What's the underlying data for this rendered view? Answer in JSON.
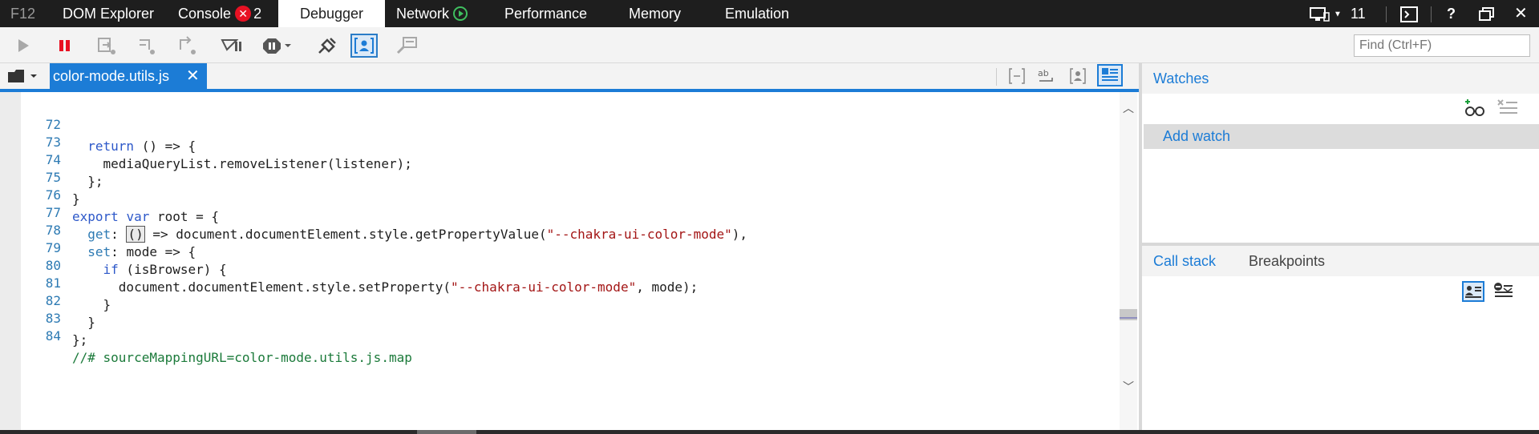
{
  "devtools": {
    "f12_label": "F12",
    "tabs": [
      {
        "label": "DOM Explorer"
      },
      {
        "label": "Console",
        "badge": "2"
      },
      {
        "label": "Debugger"
      },
      {
        "label": "Network"
      },
      {
        "label": "Performance"
      },
      {
        "label": "Memory"
      },
      {
        "label": "Emulation"
      }
    ],
    "active_tab": "Debugger",
    "emulation_target_count": "11"
  },
  "toolbar": {
    "icons": [
      "continue-icon",
      "break-icon",
      "step-into-icon",
      "step-over-icon",
      "step-out-icon",
      "break-on-new-worker-icon",
      "exception-behavior-icon",
      "disconnect-debugger-icon",
      "just-my-code-icon",
      "source-maps-icon"
    ],
    "find_placeholder": "Find (Ctrl+F)"
  },
  "editor": {
    "file_tab": "color-mode.utils.js",
    "lines": [
      {
        "n": "72",
        "code": "  return () => {"
      },
      {
        "n": "73",
        "code": "    mediaQueryList.removeListener(listener);"
      },
      {
        "n": "74",
        "code": "  };"
      },
      {
        "n": "75",
        "code": "}"
      },
      {
        "n": "76",
        "code": "export var root = {"
      },
      {
        "n": "77",
        "code": "  get: () => document.documentElement.style.getPropertyValue(\"--chakra-ui-color-mode\"),"
      },
      {
        "n": "78",
        "code": "  set: mode => {"
      },
      {
        "n": "79",
        "code": "    if (isBrowser) {"
      },
      {
        "n": "80",
        "code": "      document.documentElement.style.setProperty(\"--chakra-ui-color-mode\", mode);"
      },
      {
        "n": "81",
        "code": "    }"
      },
      {
        "n": "82",
        "code": "  }"
      },
      {
        "n": "83",
        "code": "};"
      },
      {
        "n": "84",
        "code": "//# sourceMappingURL=color-mode.utils.js.map"
      }
    ]
  },
  "watches": {
    "title": "Watches",
    "add_watch": "Add watch"
  },
  "bottom_panel": {
    "tabs": [
      {
        "label": "Call stack"
      },
      {
        "label": "Breakpoints"
      }
    ],
    "active": "Call stack"
  },
  "colors": {
    "accent": "#1c7cd6",
    "keyword": "#2d58c9",
    "string": "#a31515",
    "line_number": "#2d7ab3",
    "comment": "#1b7a3a"
  }
}
